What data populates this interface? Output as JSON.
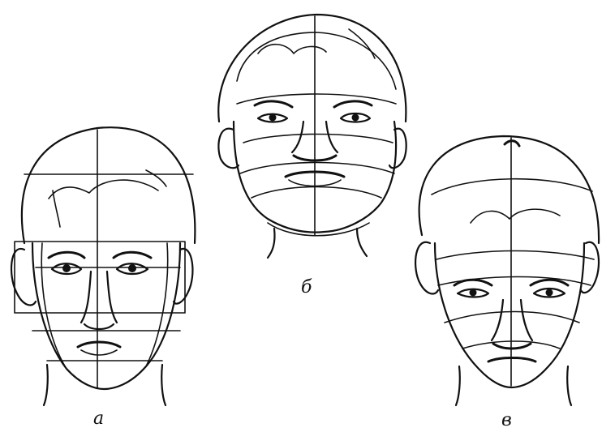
{
  "figures": [
    {
      "id": "a",
      "label": "а"
    },
    {
      "id": "b",
      "label": "б"
    },
    {
      "id": "c",
      "label": "в"
    }
  ],
  "colors": {
    "ink": "#111111",
    "paper": "#ffffff"
  }
}
